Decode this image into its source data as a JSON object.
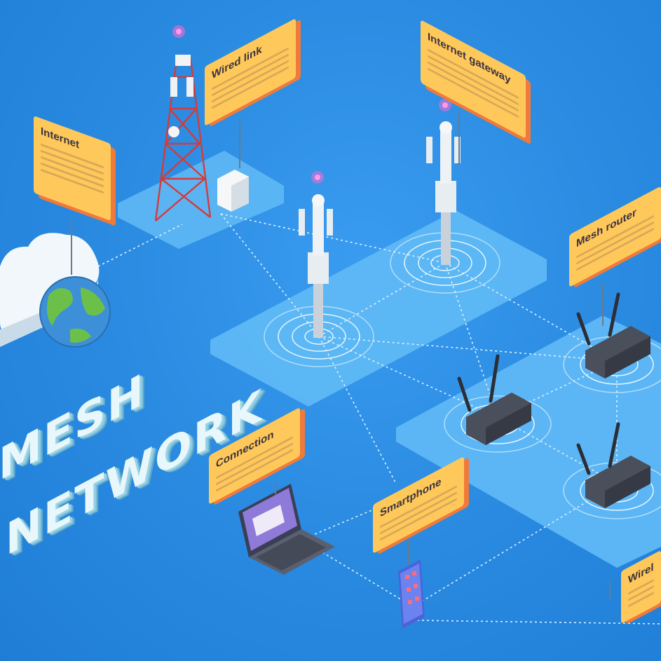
{
  "title": {
    "line1": "MESH",
    "line2": "NETWORK"
  },
  "labels": {
    "internet": "Internet",
    "wired_link": "Wired link",
    "internet_gateway": "Internet gateway",
    "mesh_router": "Mesh router",
    "connection": "Connection",
    "smartphone": "Smartphone",
    "wireless": "Wirel"
  },
  "colors": {
    "background": "#2a8ce0",
    "label_fill": "#ffc85a",
    "label_edge": "#f07a3a",
    "platform": "#5bb4f2",
    "router": "#4a4f5c"
  }
}
